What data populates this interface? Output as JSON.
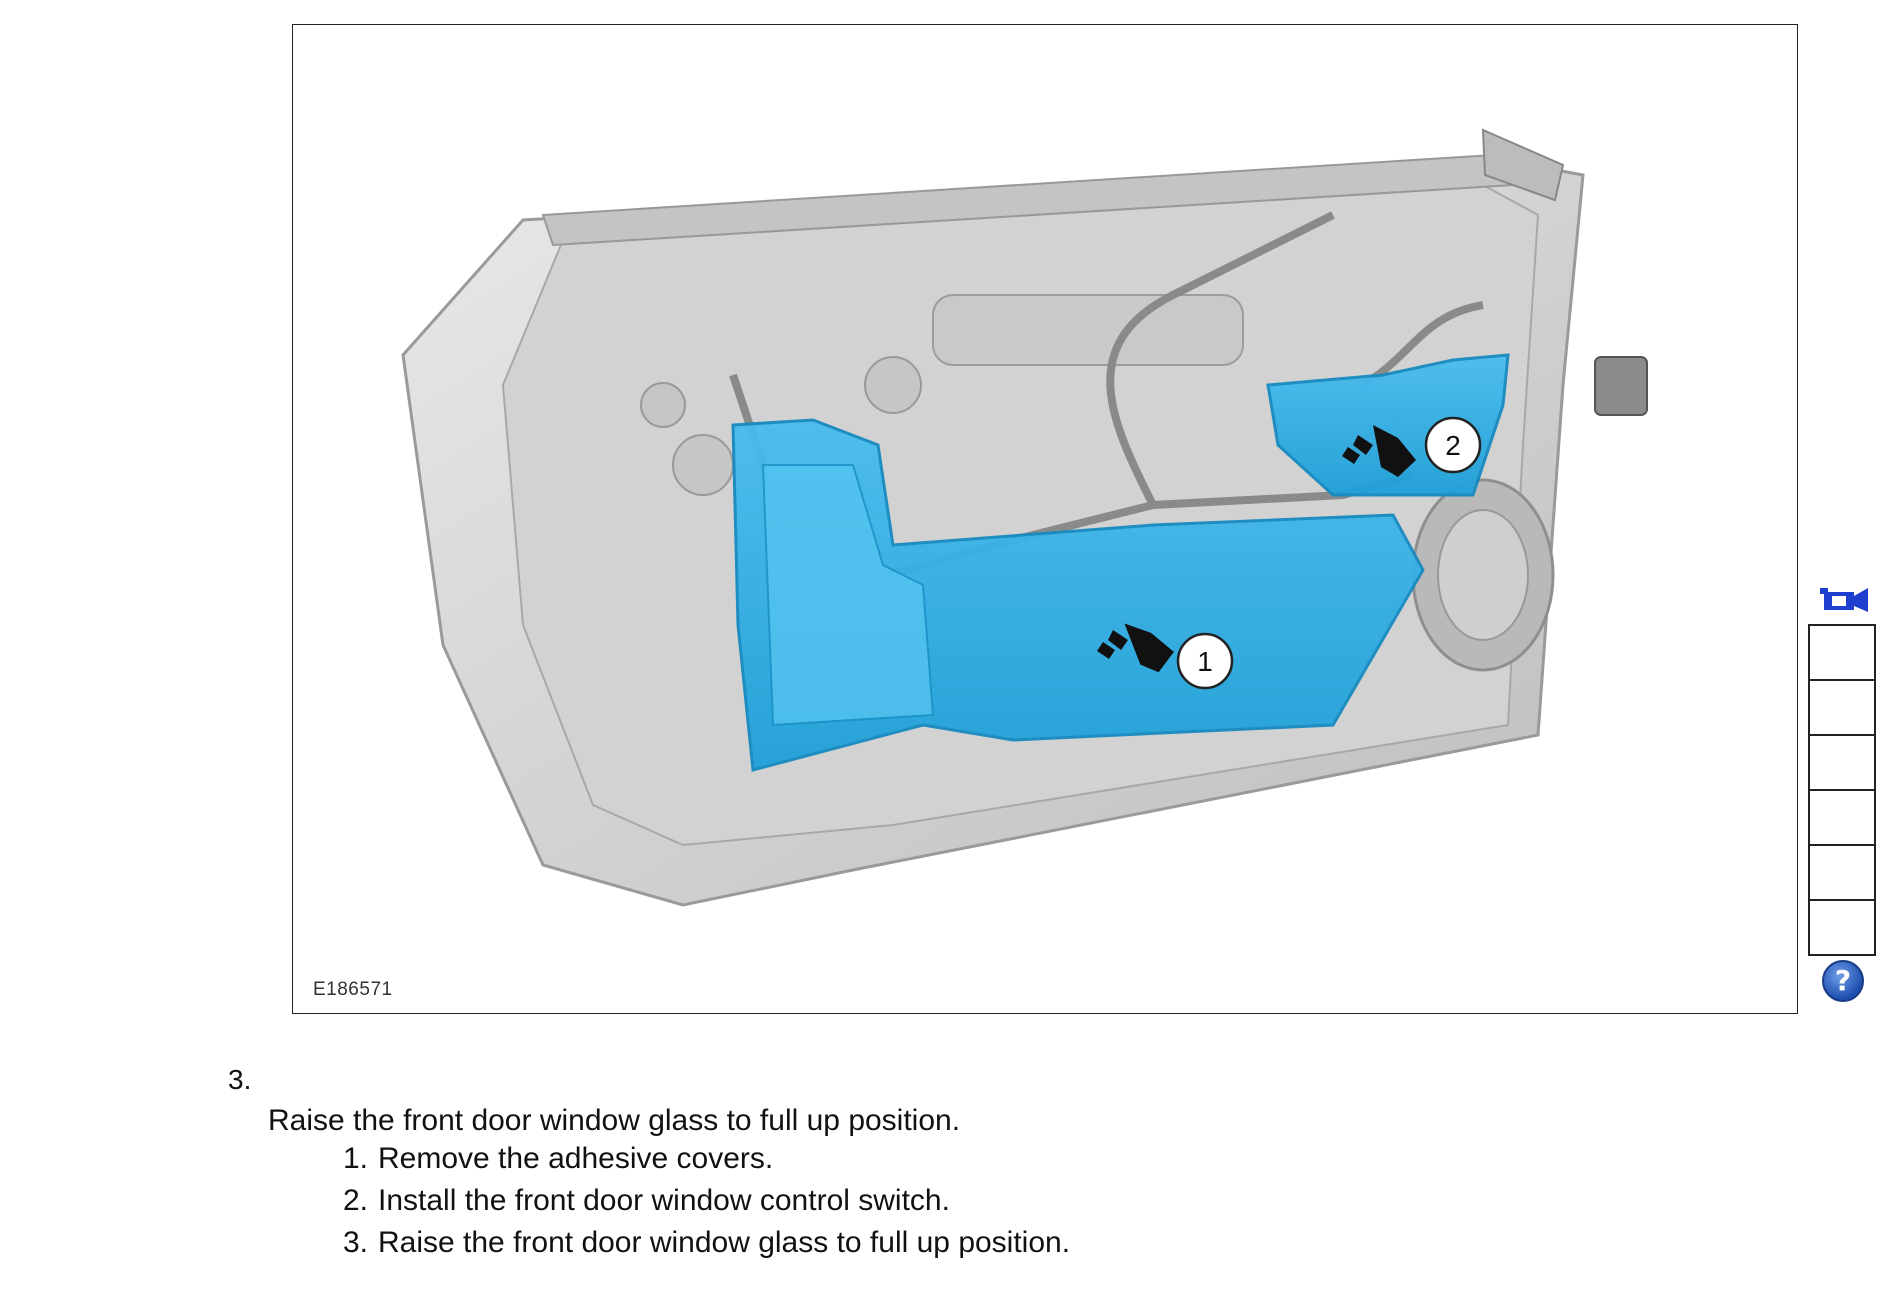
{
  "figure": {
    "id_label": "E186571",
    "callouts": [
      "1",
      "2"
    ]
  },
  "side_tools": {
    "camera_icon": "video-camera-icon",
    "box_count": 6,
    "help_label": "?"
  },
  "step": {
    "number": "3.",
    "text": "Raise the front door window glass to full up position.",
    "substeps": [
      {
        "n": "1.",
        "text": "Remove the adhesive covers."
      },
      {
        "n": "2.",
        "text": "Install the front door window control switch."
      },
      {
        "n": "3.",
        "text": "Raise the front door window glass to full up position."
      }
    ]
  },
  "colors": {
    "cover_blue": "#29a9e0",
    "door_gray": "#d6d6d6",
    "icon_blue": "#1f3fd1"
  }
}
